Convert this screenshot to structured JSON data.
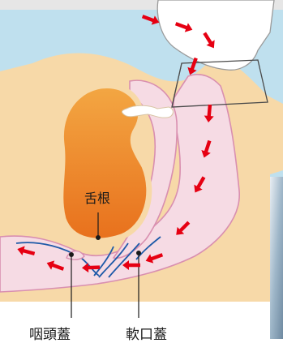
{
  "labels": {
    "tongue_root": "舌根",
    "epiglottis": "咽頭蓋",
    "soft_palate": "軟口蓋"
  },
  "colors": {
    "sky": "#bfe0ee",
    "tissue": "#f7d9a8",
    "airway": "#f6dbe4",
    "airway_edge": "#d98fb0",
    "tongue_top": "#f3a743",
    "tongue_bottom": "#e8701c",
    "arrow": "#e60012",
    "vessel": "#1e5aa8",
    "device": "#ffffff"
  },
  "icons": [
    "airflow-arrow",
    "cpap-mask-icon",
    "photo-inset"
  ]
}
